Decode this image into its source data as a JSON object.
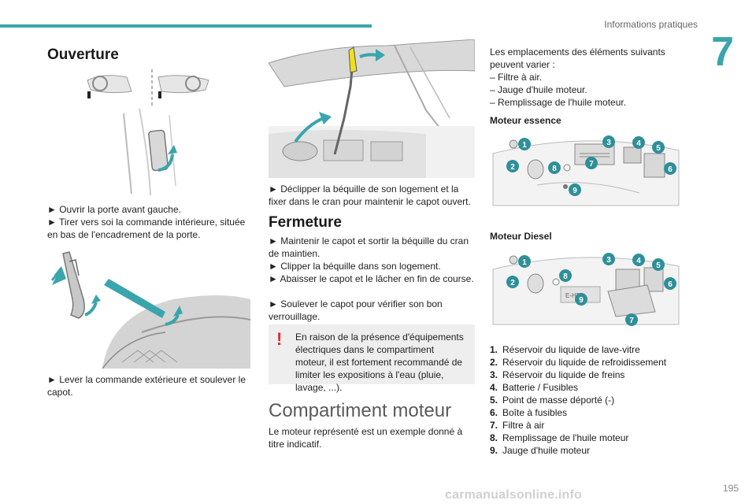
{
  "header": {
    "section_title": "Informations pratiques",
    "chapter_number": "7"
  },
  "footer": {
    "page_number": "195",
    "watermark": "carmanualsonline.info"
  },
  "col1": {
    "title": "Ouverture",
    "step1": "► Ouvrir la porte avant gauche.",
    "step2": "► Tirer vers soi la commande intérieure, située en bas de l'encadrement de la porte.",
    "step3": "► Lever la commande extérieure et soulever le capot."
  },
  "col2": {
    "step1": "► Déclipper la béquille de son logement et la fixer dans le cran pour maintenir le capot ouvert.",
    "closing_title": "Fermeture",
    "closing_steps": [
      "► Maintenir le capot et sortir la béquille du cran de maintien.",
      "► Clipper la béquille dans son logement.",
      "► Abaisser le capot et le lâcher en fin de course.",
      "► Soulever le capot pour vérifier son bon verrouillage."
    ],
    "warning": "En raison de la présence d'équipements électriques dans le compartiment moteur, il est fortement recommandé de limiter les expositions à l'eau (pluie, lavage, ...).",
    "engine_title": "Compartiment moteur",
    "engine_text": "Le moteur représenté est un exemple donné à titre indicatif."
  },
  "col3": {
    "intro": "Les emplacements des éléments suivants peuvent varier :",
    "intro_items": [
      "– Filtre à air.",
      "– Jauge d'huile moteur.",
      "– Remplissage de l'huile moteur."
    ],
    "petrol_title": "Moteur essence",
    "diesel_title": "Moteur Diesel",
    "diesel_badge": "E-HDi",
    "markers": [
      "1",
      "2",
      "3",
      "4",
      "5",
      "6",
      "7",
      "8",
      "9"
    ],
    "legend": [
      {
        "num": "1.",
        "label": "Réservoir du liquide de lave-vitre"
      },
      {
        "num": "2.",
        "label": "Réservoir du liquide de refroidissement"
      },
      {
        "num": "3.",
        "label": "Réservoir du liquide de freins"
      },
      {
        "num": "4.",
        "label": "Batterie / Fusibles"
      },
      {
        "num": "5.",
        "label": "Point de masse déporté (-)"
      },
      {
        "num": "6.",
        "label": "Boîte à fusibles"
      },
      {
        "num": "7.",
        "label": "Filtre à air"
      },
      {
        "num": "8.",
        "label": "Remplissage de l'huile moteur"
      },
      {
        "num": "9.",
        "label": "Jauge d'huile moteur"
      }
    ]
  },
  "colors": {
    "accent": "#3aa5ad",
    "warning": "#e3262d",
    "marker": "#2f8f99"
  }
}
